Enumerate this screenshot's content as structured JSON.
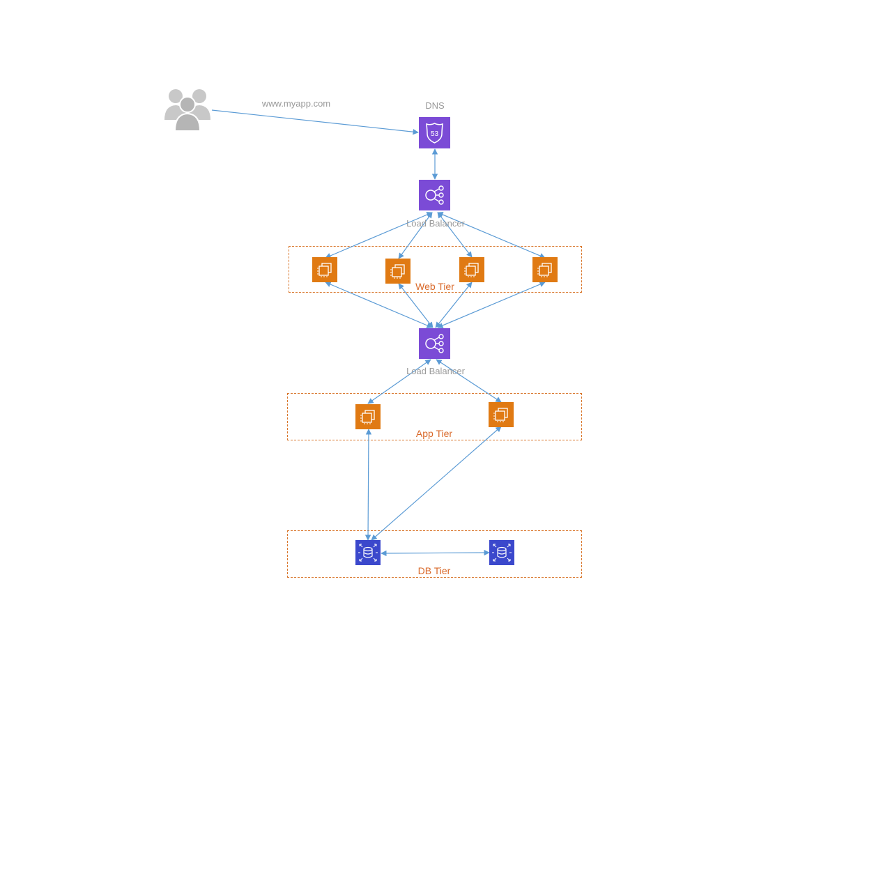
{
  "domain_labels": {
    "url": "www.myapp.com",
    "dns": "DNS",
    "lb_top": "Load Balancer",
    "lb_mid": "Load Balancer",
    "web_tier": "Web Tier",
    "app_tier": "App Tier",
    "db_tier": "DB Tier"
  },
  "icons": {
    "users": "users-group-icon",
    "dns": "route53-icon",
    "load_balancer": "elastic-load-balancing-icon",
    "instance": "ec2-instance-icon",
    "database": "rds-database-icon"
  },
  "colors": {
    "route53": "#7b4bd6",
    "elb": "#7b4bd6",
    "ec2": "#e07a13",
    "rds": "#3b48cc",
    "arrow": "#5b9bd5",
    "tier_border": "#d9762b",
    "tier_label": "#d9692a",
    "muted_text": "#9a9a9a"
  }
}
